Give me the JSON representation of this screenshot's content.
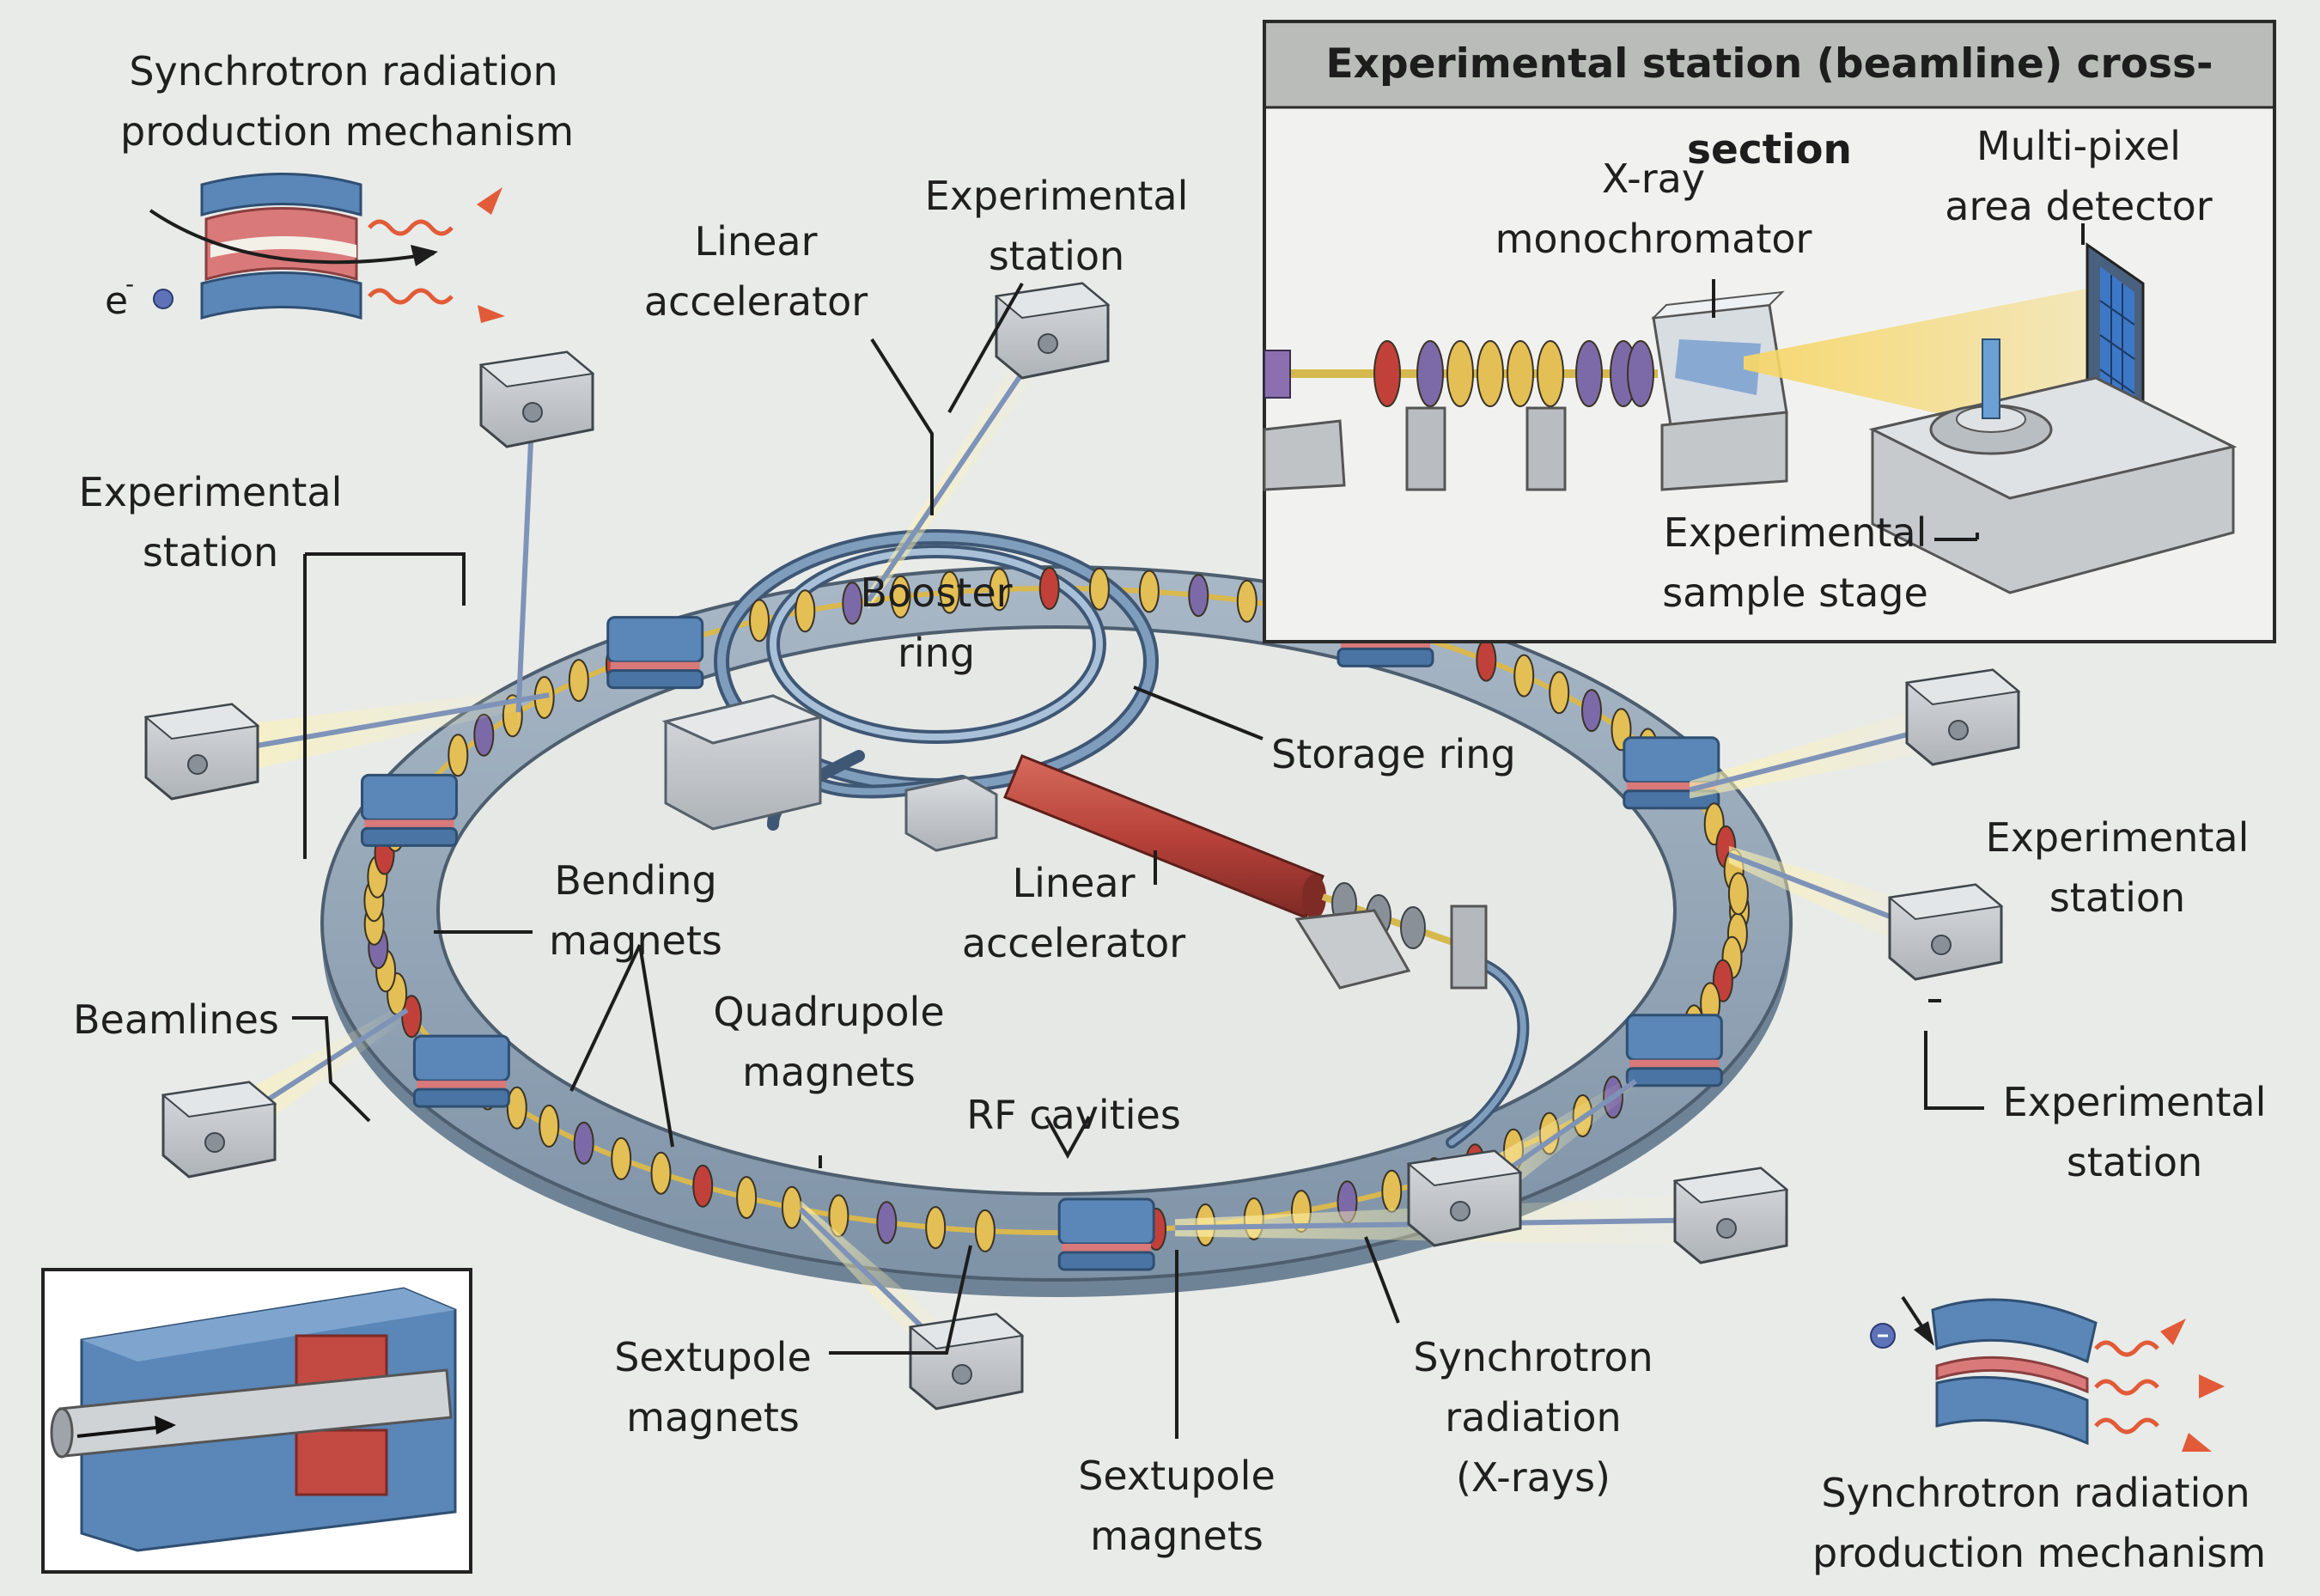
{
  "inset": {
    "title": "Experimental station (beamline) cross-section",
    "monochromator": [
      "X-ray",
      "monochromator"
    ],
    "detector": [
      "Multi-pixel",
      "area detector"
    ],
    "sample_stage": [
      "Experimental",
      "sample stage"
    ]
  },
  "labels": {
    "mech_top": [
      "Synchrotron radiation",
      "production mechanism"
    ],
    "electron": "e",
    "electron_sup": "-",
    "linac_top": [
      "Linear",
      "accelerator"
    ],
    "station_top": [
      "Experimental",
      "station"
    ],
    "station_left": [
      "Experimental",
      "station"
    ],
    "booster": [
      "Booster",
      "ring"
    ],
    "storage": "Storage ring",
    "linac_center": [
      "Linear",
      "accelerator"
    ],
    "bending": [
      "Bending",
      "magnets"
    ],
    "beamlines": "Beamlines",
    "quadrupole": [
      "Quadrupole",
      "magnets"
    ],
    "rf": "RF cavities",
    "station_right": [
      "Experimental",
      "station"
    ],
    "station_right2": [
      "Experimental",
      "station"
    ],
    "sextupole_left": [
      "Sextupole",
      "magnets"
    ],
    "sextupole_bottom": [
      "Sextupole",
      "magnets"
    ],
    "synch_rad": [
      "Synchrotron",
      "radiation",
      "(X-rays)"
    ],
    "mech_bottom": [
      "Synchrotron radiation",
      "production mechanism"
    ]
  },
  "colors": {
    "background": "#e9ebe8",
    "ring": "#8fa1b2",
    "bending_magnet": "#5a86b8",
    "quadrupole": "#e3bf55",
    "sextupole": "#c2403a",
    "octupole": "#7c6aa8",
    "beam_light": "#f6dc73",
    "radiation": "#e15b38",
    "station_box": "#c9cccf",
    "linac": "#b8423a"
  }
}
